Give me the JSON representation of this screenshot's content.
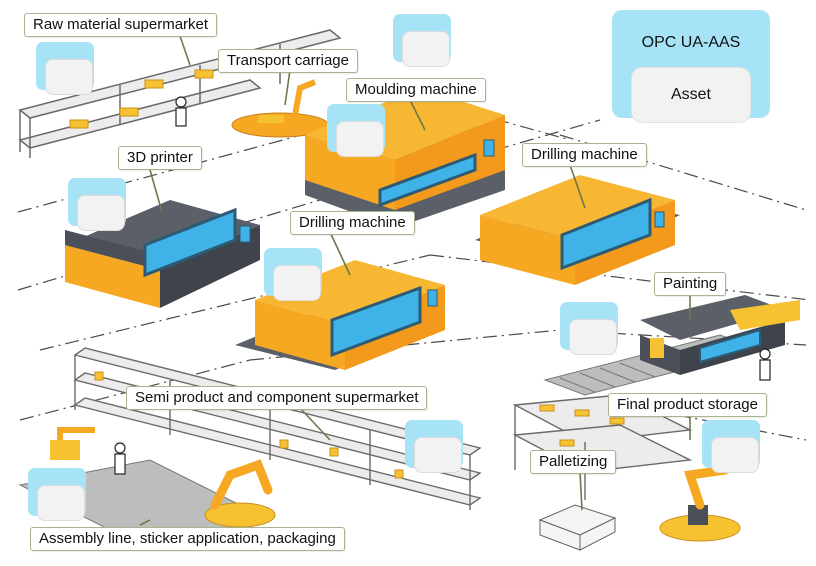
{
  "legend": {
    "title": "OPC UA-AAS",
    "asset_label": "Asset"
  },
  "callouts": {
    "raw_material_supermarket": "Raw material supermarket",
    "transport_carriage": "Transport carriage",
    "moulding_machine": "Moulding machine",
    "printer_3d": "3D printer",
    "drilling_machine_right": "Drilling machine",
    "drilling_machine_center": "Drilling machine",
    "painting": "Painting",
    "semi_product_supermarket": "Semi product and component supermarket",
    "final_product_storage": "Final product storage",
    "palletizing": "Palletizing",
    "assembly_line": "Assembly line, sticker application, packaging"
  },
  "colors": {
    "aas_blue": "#a6e3f7",
    "asset_gray": "#f2f2f2",
    "machine_orange": "#f7a823",
    "machine_dark": "#4a4f58",
    "screen_blue": "#3fb3e8",
    "callout_border": "#a9b48f"
  }
}
